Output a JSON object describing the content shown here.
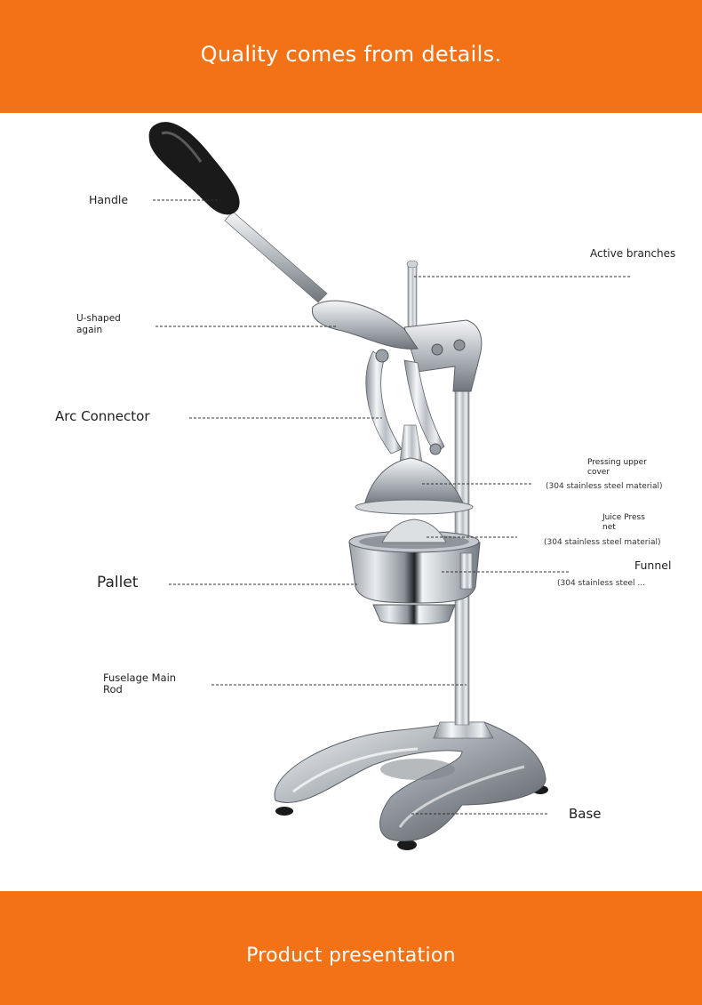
{
  "header": {
    "title": "Quality comes from details."
  },
  "footer": {
    "title": "Product presentation"
  },
  "labels": {
    "handle": "Handle",
    "active_branches": "Active branches",
    "u_shaped_1": "U-shaped",
    "u_shaped_2": "again",
    "arc_connector": "Arc Connector",
    "pressing_upper_1": "Pressing upper",
    "pressing_upper_2": "cover",
    "pressing_upper_note": "(304 stainless steel material)",
    "juice_press_1": "Juice Press",
    "juice_press_2": "net",
    "juice_press_note": "(304 stainless steel material)",
    "funnel": "Funnel",
    "funnel_note": "(304 stainless steel ...",
    "pallet": "Pallet",
    "fuselage_1": "Fuselage Main",
    "fuselage_2": "Rod",
    "base": "Base"
  },
  "colors": {
    "banner": "#f47216",
    "handle_grip": "#1a1a1a"
  }
}
